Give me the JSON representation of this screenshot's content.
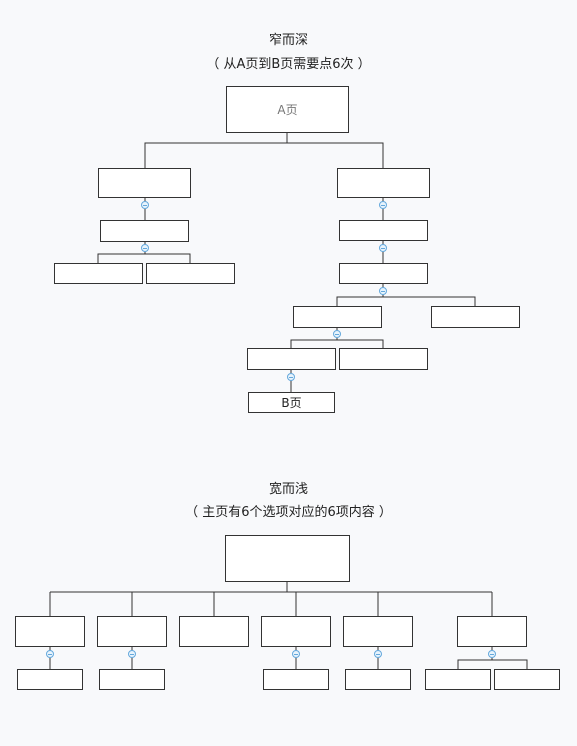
{
  "section1": {
    "title": "窄而深",
    "subtitle": "（ 从A页到B页需要点6次 ）",
    "root_label": "A页",
    "target_label": "B页"
  },
  "section2": {
    "title": "宽而浅",
    "subtitle": "（ 主页有6个选项对应的6项内容 ）"
  },
  "colors": {
    "box_border": "#333333",
    "box_fill": "#ffffff",
    "connector_line": "#333333",
    "connector_icon": "#64a8dc",
    "background": "#f8f9fb"
  }
}
